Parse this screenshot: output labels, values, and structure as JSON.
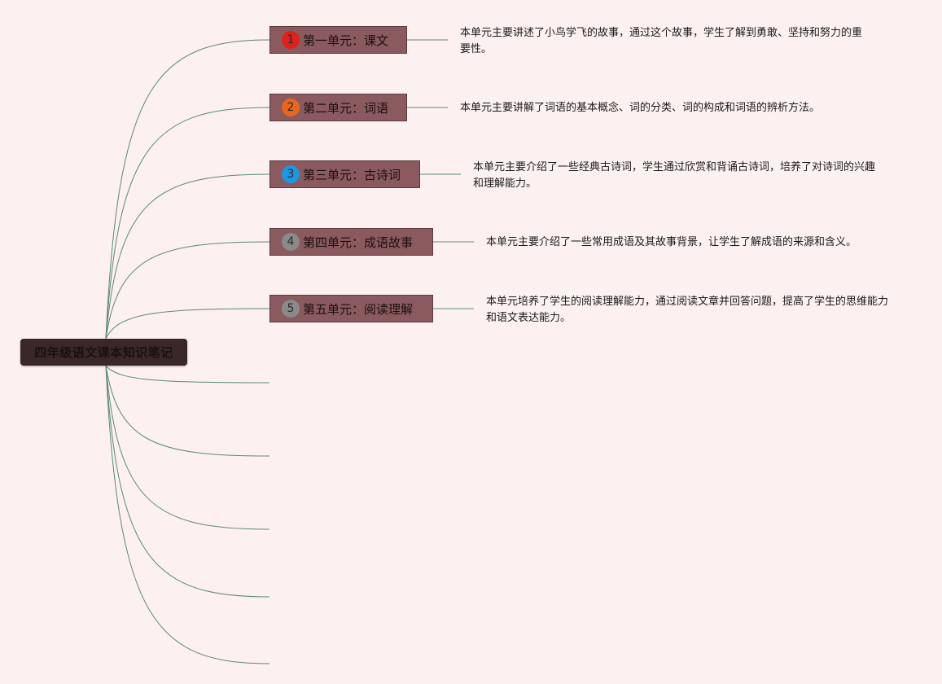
{
  "root": {
    "label": "四年级语文课本知识笔记"
  },
  "colors": {
    "background": "#fdf0f0",
    "connector": "#5b8a72",
    "root_fill": "#3a2828",
    "unit_fill": "#8a5a5e"
  },
  "units": [
    {
      "badge": "1",
      "badge_color": "#e0201c",
      "label": "第一单元：课文",
      "description": "本单元主要讲述了小鸟学飞的故事，通过这个故事，学生了解到勇敢、坚持和努力的重要性。"
    },
    {
      "badge": "2",
      "badge_color": "#e8671c",
      "label": "第二单元：词语",
      "description": "本单元主要讲解了词语的基本概念、词的分类、词的构成和词语的辨析方法。"
    },
    {
      "badge": "3",
      "badge_color": "#1e96e0",
      "label": "第三单元：古诗词",
      "description": "本单元主要介绍了一些经典古诗词，学生通过欣赏和背诵古诗词，培养了对诗词的兴趣和理解能力。"
    },
    {
      "badge": "4",
      "badge_color": "#8a8a8a",
      "label": "第四单元：成语故事",
      "description": "本单元主要介绍了一些常用成语及其故事背景，让学生了解成语的来源和含义。"
    },
    {
      "badge": "5",
      "badge_color": "#8a8a8a",
      "label": "第五单元：阅读理解",
      "description": "本单元培养了学生的阅读理解能力，通过阅读文章并回答问题，提高了学生的思维能力和语文表达能力。"
    }
  ]
}
